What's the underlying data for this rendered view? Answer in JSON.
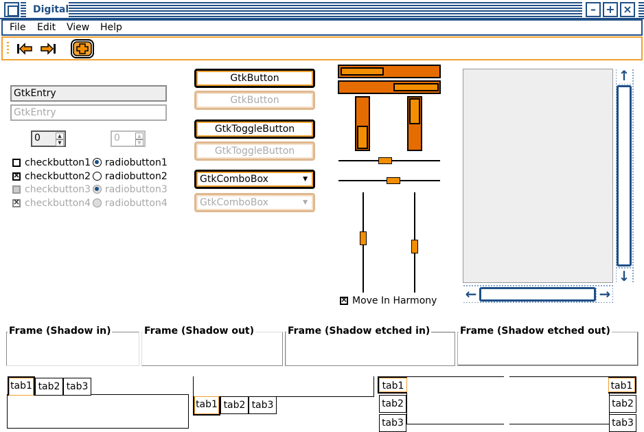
{
  "window": {
    "title": "Digital",
    "buttons": {
      "minimize": "–",
      "maximize": "+",
      "close": "×"
    }
  },
  "menubar": {
    "items": [
      {
        "label": "File"
      },
      {
        "label": "Edit"
      },
      {
        "label": "View"
      },
      {
        "label": "Help"
      }
    ]
  },
  "toolbar": {
    "icons": [
      "go-first-icon",
      "go-last-icon",
      "add-icon"
    ]
  },
  "entries": {
    "entry1": {
      "value": "GtkEntry"
    },
    "entry2": {
      "value": "GtkEntry"
    }
  },
  "spinbuttons": {
    "spin1": {
      "value": "0"
    },
    "spin2": {
      "value": "0"
    }
  },
  "checkbuttons": [
    {
      "label": "checkbutton1",
      "checked": false,
      "enabled": true
    },
    {
      "label": "checkbutton2",
      "checked": true,
      "enabled": true
    },
    {
      "label": "checkbutton3",
      "checked": false,
      "enabled": false
    },
    {
      "label": "checkbutton4",
      "checked": true,
      "enabled": false
    }
  ],
  "radiobuttons": [
    {
      "label": "radiobutton1",
      "selected": true,
      "enabled": true
    },
    {
      "label": "radiobutton2",
      "selected": false,
      "enabled": true
    },
    {
      "label": "radiobutton3",
      "selected": true,
      "enabled": false
    },
    {
      "label": "radiobutton4",
      "selected": false,
      "enabled": false
    }
  ],
  "buttons": {
    "button1": "GtkButton",
    "button2": "GtkButton",
    "toggle1": "GtkToggleButton",
    "toggle2": "GtkToggleButton",
    "combo1": "GtkComboBox",
    "combo2": "GtkComboBox"
  },
  "progress": {
    "h1": 0.43,
    "h2": 0.45,
    "v1": 0.45,
    "v2": 0.5
  },
  "scales": {
    "h1": 0.45,
    "h2": 0.55,
    "v1": 0.45,
    "v2": 0.55
  },
  "harmony": {
    "label": "Move In Harmony",
    "checked": true
  },
  "frames": [
    {
      "label": "Frame (Shadow in)"
    },
    {
      "label": "Frame (Shadow out)"
    },
    {
      "label": "Frame (Shadow etched in)"
    },
    {
      "label": "Frame (Shadow etched out)"
    }
  ],
  "notebooks": {
    "tabs": [
      "tab1",
      "tab2",
      "tab3"
    ]
  },
  "colors": {
    "accent_orange": "#f0a030",
    "progress_dark": "#e56c00",
    "progress_light": "#f28e00",
    "window_blue": "#1f4f86"
  }
}
